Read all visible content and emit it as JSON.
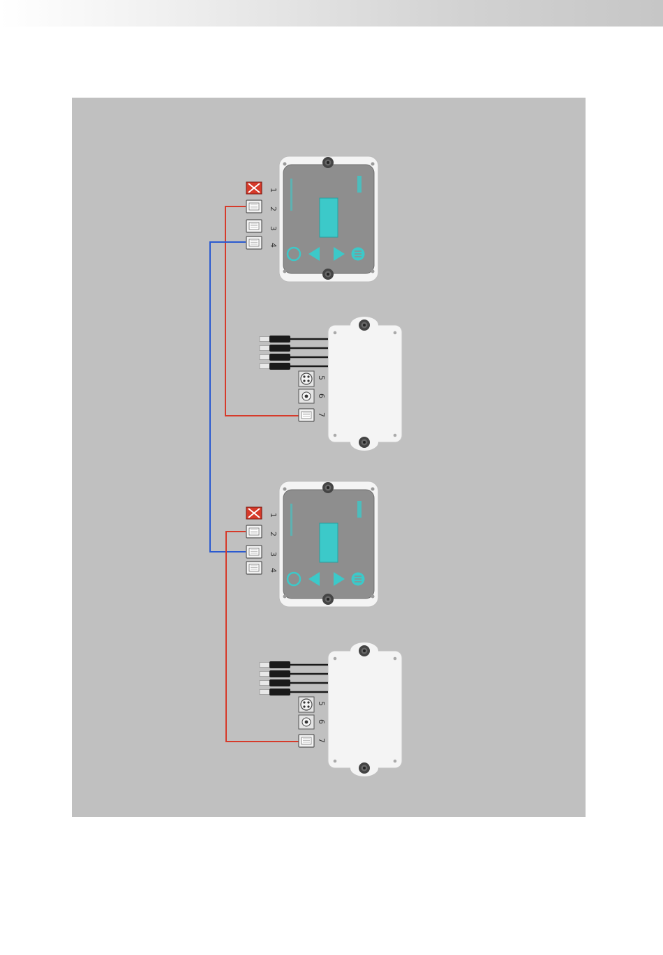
{
  "colors": {
    "page_background": "#ffffff",
    "panel_background": "#c0c0c0",
    "wire_red": "#d63a2a",
    "wire_blue": "#2a5ad0",
    "display_teal": "#3cc9c9",
    "control_face": "#8e8e8e",
    "housing_white": "#f4f4f4",
    "cable_black": "#1a1a1a"
  },
  "control_panel_top": {
    "ports": [
      {
        "label": "1",
        "state": "blocked"
      },
      {
        "label": "2",
        "state": "connected-red"
      },
      {
        "label": "3",
        "state": "empty"
      },
      {
        "label": "4",
        "state": "connected-blue"
      }
    ],
    "icons": [
      "power-icon",
      "arrow-left-icon",
      "arrow-right-icon",
      "menu-icon"
    ]
  },
  "sensor_module_top": {
    "ports": [
      {
        "label": "5",
        "type": "power-connector"
      },
      {
        "label": "6",
        "type": "round-jack"
      },
      {
        "label": "7",
        "type": "rj-jack"
      }
    ],
    "cable_count": 4
  },
  "control_panel_bottom": {
    "ports": [
      {
        "label": "1",
        "state": "blocked"
      },
      {
        "label": "2",
        "state": "connected-red"
      },
      {
        "label": "3",
        "state": "connected-blue"
      },
      {
        "label": "4",
        "state": "empty"
      }
    ],
    "icons": [
      "power-icon",
      "arrow-left-icon",
      "arrow-right-icon",
      "menu-icon"
    ]
  },
  "sensor_module_bottom": {
    "ports": [
      {
        "label": "5",
        "type": "power-connector"
      },
      {
        "label": "6",
        "type": "round-jack"
      },
      {
        "label": "7",
        "type": "rj-jack"
      }
    ],
    "cable_count": 4
  }
}
